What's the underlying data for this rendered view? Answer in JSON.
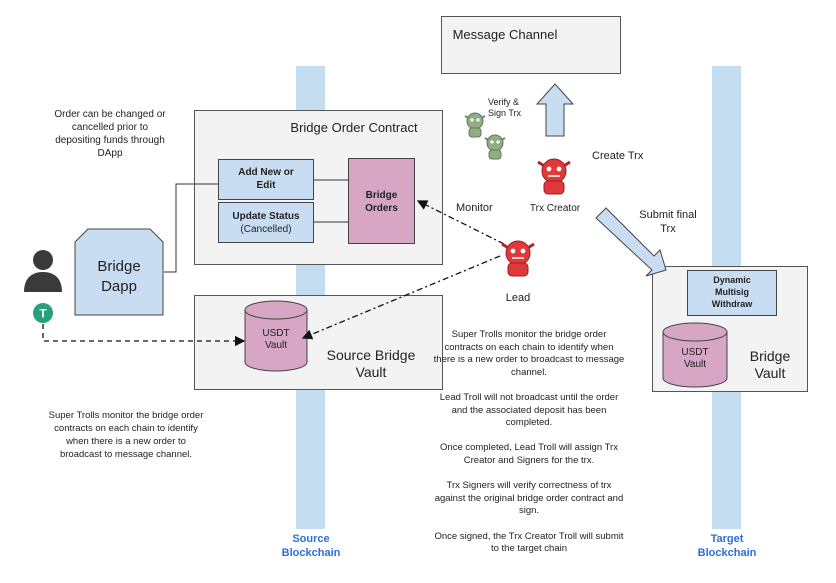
{
  "message_channel": {
    "title": "Message Channel"
  },
  "order_contract": {
    "title": "Bridge Order Contract",
    "add_edit": "Add New or\nEdit",
    "update_status": "Update Status",
    "update_status_sub": "(Cancelled)",
    "bridge_orders": "Bridge\nOrders"
  },
  "dapp": {
    "label": "Bridge\nDapp",
    "note": "Order can be changed or\ncancelled prior to\ndepositing funds through\nDApp",
    "token_symbol": "T"
  },
  "source_vault": {
    "title": "Source Bridge\nVault",
    "cylinder_label": "USDT\nVault"
  },
  "bridge_vault": {
    "title": "Bridge\nVault",
    "cylinder_label": "USDT\nVault",
    "multisig": "Dynamic\nMultisig\nWithdraw"
  },
  "trolls": {
    "verify_sign": "Verify &\nSign Trx",
    "creator": "Trx Creator",
    "create_trx": "Create Trx",
    "submit_final": "Submit final\nTrx",
    "monitor": "Monitor",
    "lead": "Lead"
  },
  "notes": {
    "left": "Super Trolls monitor the bridge order\ncontracts on each chain to identify\nwhen there is a new order to\nbroadcast to message channel.",
    "center": "Super Trolls monitor the bridge order\ncontracts on each chain to identify when\nthere is a new order to broadcast to message\nchannel.\n\nLead Troll will not broadcast until the order\nand the associated deposit has been\ncompleted.\n\nOnce completed, Lead Troll will assign Trx\nCreator and Signers for the trx.\n\nTrx Signers will verify correctness of trx\nagainst the original bridge order contract and\nsign.\n\nOnce signed, the Trx Creator Troll will submit\nto the target chain"
  },
  "chains": {
    "source": "Source\nBlockchain",
    "target": "Target\nBlockchain"
  },
  "colors": {
    "chain": "#c5ddf0",
    "blue_box": "#c9ddf2",
    "pink": "#d6a6c4",
    "troll_red": "#e0393c",
    "troll_green": "#8fae86",
    "link_blue": "#2f6fd6"
  }
}
